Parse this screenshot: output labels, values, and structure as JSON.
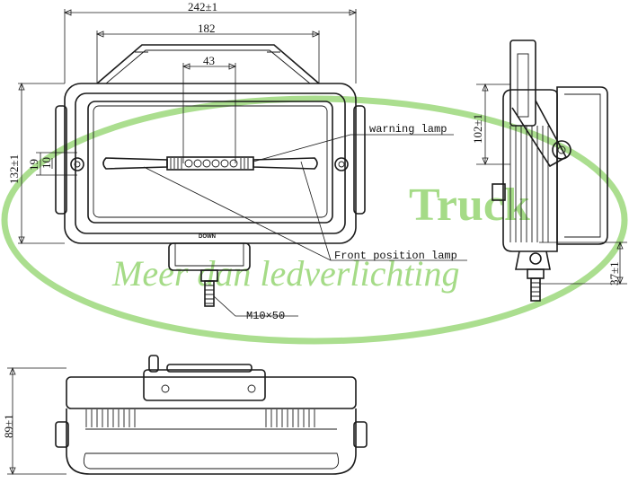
{
  "watermark": {
    "brand_text": "Truck",
    "tagline": "Meer dan ledverlichting",
    "color": "#8fd36a"
  },
  "dimensions": {
    "overall_width": "242±1",
    "inner_width": "182",
    "center_width": "43",
    "height": "132±1",
    "small_a": "19",
    "small_b": "10",
    "side_top": "102±1",
    "side_bottom": "37±1",
    "bottom_height": "89±1"
  },
  "labels": {
    "warning_lamp": "warning lamp",
    "front_position_lamp": "Front position lamp",
    "bolt": "M10×50",
    "down_mark": "DOWN"
  }
}
